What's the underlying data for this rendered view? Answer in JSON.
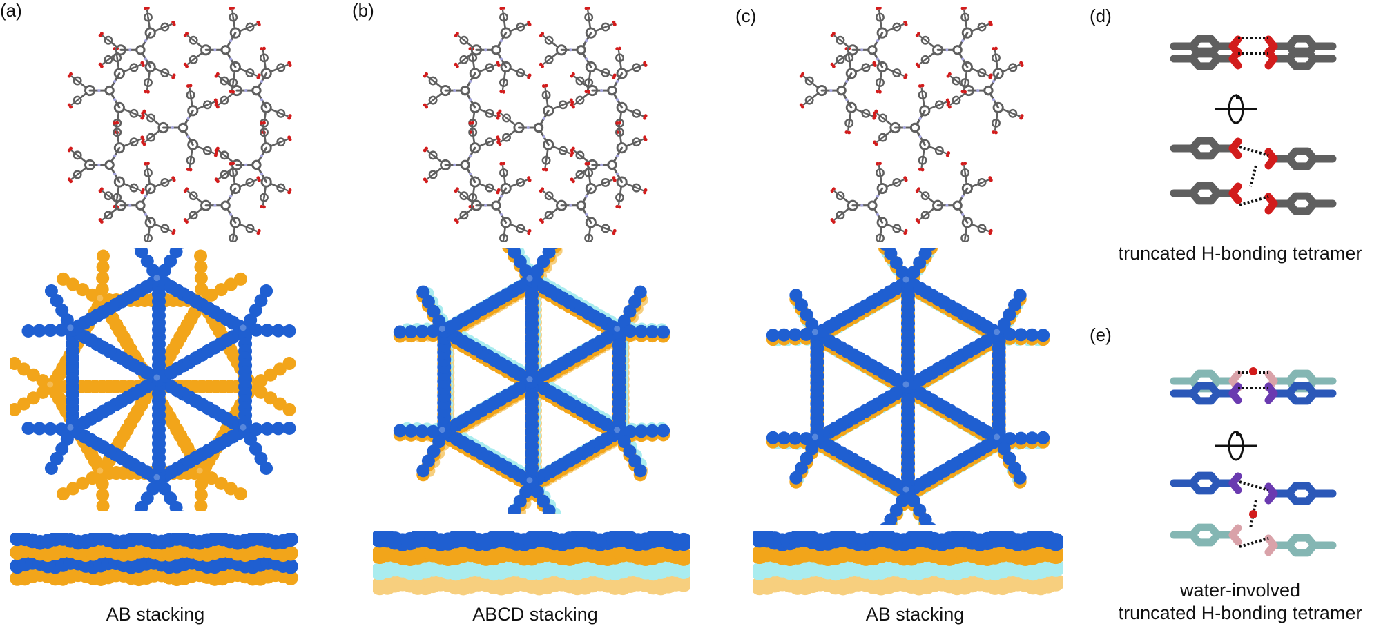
{
  "panels": {
    "a": {
      "label": "(a)",
      "caption": "AB stacking"
    },
    "b": {
      "label": "(b)",
      "caption": "ABCD stacking"
    },
    "c": {
      "label": "(c)",
      "caption": "AB stacking"
    },
    "d": {
      "label": "(d)",
      "caption": "truncated H-bonding tetramer"
    },
    "e": {
      "label": "(e)",
      "caption_line1": "water-involved",
      "caption_line2": "truncated H-bonding tetramer"
    }
  },
  "colors": {
    "stick_gray": "#5f5f5f",
    "oxygen_red": "#d21c1c",
    "nitrogen_lavender": "#a7a7e0",
    "layer_blue": "#1f5fd1",
    "layer_orange": "#f2a51a",
    "layer_light_orange": "#f7cf7e",
    "layer_cyan": "#a9ecef",
    "ligand_blue": "#2b58b8",
    "ligand_teal": "#84b6b3",
    "ligand_purple": "#6a3ab0",
    "ligand_pink": "#d9a2a9",
    "hbond_black": "#111111"
  },
  "icons": {
    "rotation": "rotation-arrow-icon"
  }
}
